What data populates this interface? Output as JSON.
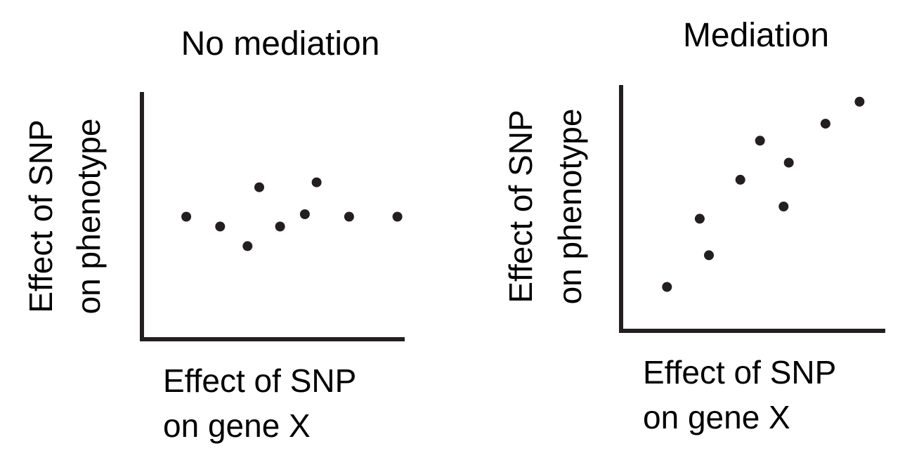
{
  "chart_data": [
    {
      "type": "scatter",
      "title": "No mediation",
      "xlabel": [
        "Effect of SNP",
        "on gene X"
      ],
      "ylabel": [
        "Effect of SNP",
        "on phenotype"
      ],
      "xlim": [
        0,
        10
      ],
      "ylim": [
        0,
        10
      ],
      "grid": false,
      "ticks": false,
      "points": [
        {
          "x": 1.7,
          "y": 5.0
        },
        {
          "x": 3.0,
          "y": 4.6
        },
        {
          "x": 4.05,
          "y": 3.8
        },
        {
          "x": 4.5,
          "y": 6.2
        },
        {
          "x": 5.3,
          "y": 4.6
        },
        {
          "x": 6.25,
          "y": 5.1
        },
        {
          "x": 6.7,
          "y": 6.4
        },
        {
          "x": 7.95,
          "y": 5.0
        },
        {
          "x": 9.8,
          "y": 5.0
        }
      ]
    },
    {
      "type": "scatter",
      "title": "Mediation",
      "xlabel": [
        "Effect of SNP",
        "on gene X"
      ],
      "ylabel": [
        "Effect of SNP",
        "on phenotype"
      ],
      "xlim": [
        0,
        10
      ],
      "ylim": [
        0,
        10
      ],
      "grid": false,
      "ticks": false,
      "points": [
        {
          "x": 1.75,
          "y": 1.8
        },
        {
          "x": 3.0,
          "y": 4.6
        },
        {
          "x": 3.35,
          "y": 3.1
        },
        {
          "x": 4.55,
          "y": 6.2
        },
        {
          "x": 5.3,
          "y": 7.8
        },
        {
          "x": 6.2,
          "y": 5.1
        },
        {
          "x": 6.4,
          "y": 6.9
        },
        {
          "x": 7.8,
          "y": 8.5
        },
        {
          "x": 9.1,
          "y": 9.4
        }
      ]
    }
  ]
}
